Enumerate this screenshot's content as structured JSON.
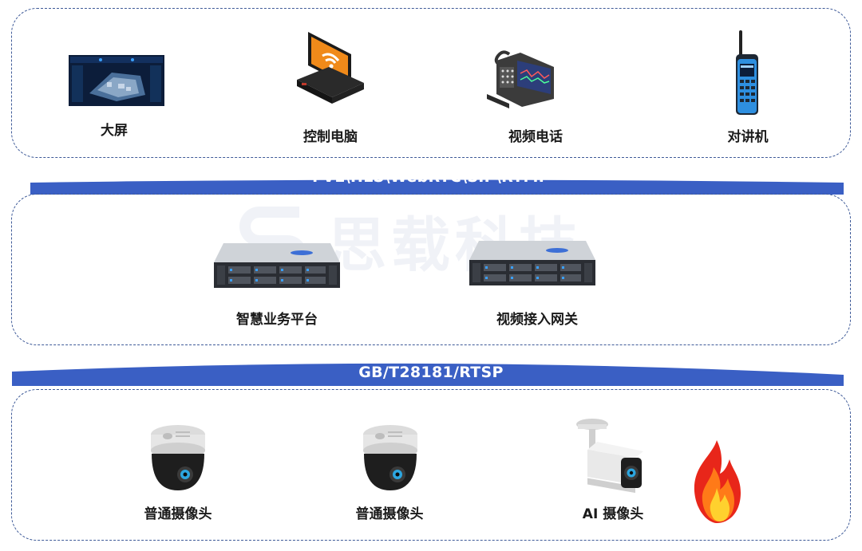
{
  "layers": {
    "top": {
      "items": [
        {
          "label": "大屏",
          "icon": "large-screen-icon"
        },
        {
          "label": "控制电脑",
          "icon": "control-computer-icon"
        },
        {
          "label": "视频电话",
          "icon": "video-phone-icon"
        },
        {
          "label": "对讲机",
          "icon": "walkie-talkie-icon"
        }
      ]
    },
    "middle": {
      "items": [
        {
          "label": "智慧业务平台",
          "icon": "server-icon"
        },
        {
          "label": "视频接入网关",
          "icon": "server-icon"
        }
      ]
    },
    "bottom": {
      "items": [
        {
          "label": "普通摄像头",
          "icon": "dome-camera-icon"
        },
        {
          "label": "普通摄像头",
          "icon": "dome-camera-icon"
        },
        {
          "label": "AI 摄像头",
          "icon": "bullet-camera-icon"
        },
        {
          "label": "",
          "icon": "fire-icon"
        }
      ]
    }
  },
  "protocols": {
    "upper": "FVL\\HLS\\WebRTC\\SIP\\RTMP",
    "lower": "GB/T28181/RTSP"
  },
  "watermark": {
    "text": "思载科技",
    "logo_letter": "S"
  },
  "colors": {
    "band": "#3a5fc4",
    "border": "#3e5a98"
  }
}
